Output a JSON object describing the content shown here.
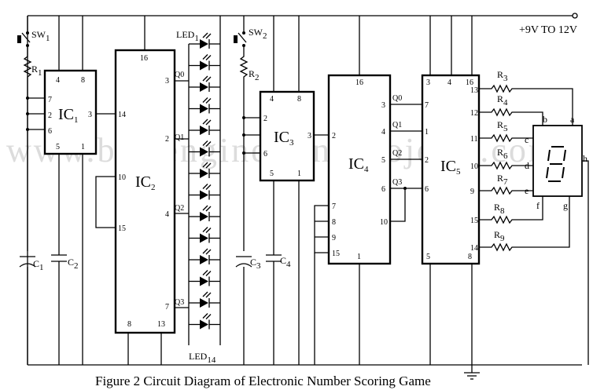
{
  "supply_label": "+9V TO 12V",
  "caption": "Figure 2 Circuit Diagram of Electronic Number Scoring Game",
  "watermark": "www.bestengineeringprojects.com",
  "ics": [
    {
      "id": "ic1",
      "name": "IC",
      "sub": "1"
    },
    {
      "id": "ic2",
      "name": "IC",
      "sub": "2"
    },
    {
      "id": "ic3",
      "name": "IC",
      "sub": "3"
    },
    {
      "id": "ic4",
      "name": "IC",
      "sub": "4"
    },
    {
      "id": "ic5",
      "name": "IC",
      "sub": "5"
    }
  ],
  "switches": [
    {
      "name": "SW",
      "sub": "1"
    },
    {
      "name": "SW",
      "sub": "2"
    }
  ],
  "resistors": [
    {
      "name": "R",
      "sub": "1"
    },
    {
      "name": "R",
      "sub": "2"
    },
    {
      "name": "R",
      "sub": "3"
    },
    {
      "name": "R",
      "sub": "4"
    },
    {
      "name": "R",
      "sub": "5"
    },
    {
      "name": "R",
      "sub": "6"
    },
    {
      "name": "R",
      "sub": "7"
    },
    {
      "name": "R",
      "sub": "8"
    },
    {
      "name": "R",
      "sub": "9"
    }
  ],
  "capacitors": [
    {
      "name": "C",
      "sub": "1"
    },
    {
      "name": "C",
      "sub": "2"
    },
    {
      "name": "C",
      "sub": "3"
    },
    {
      "name": "C",
      "sub": "4"
    }
  ],
  "leds": [
    {
      "name": "LED",
      "sub": "1"
    },
    {
      "name": "LED",
      "sub": "14"
    }
  ],
  "ic2_outputs": [
    "Q0",
    "Q1",
    "Q2",
    "Q3"
  ],
  "ic4_outputs": [
    "Q0",
    "Q1",
    "Q2",
    "Q3"
  ],
  "segments": [
    "a",
    "b",
    "c",
    "d",
    "e",
    "f",
    "g",
    "h"
  ],
  "pins": {
    "ic1": [
      "4",
      "8",
      "7",
      "2",
      "6",
      "3",
      "5",
      "1"
    ],
    "ic2": [
      "16",
      "3",
      "2",
      "14",
      "10",
      "15",
      "4",
      "7",
      "8",
      "13"
    ],
    "ic3": [
      "4",
      "8",
      "2",
      "6",
      "3",
      "5",
      "1"
    ],
    "ic4": [
      "16",
      "3",
      "4",
      "5",
      "6",
      "2",
      "10",
      "7",
      "8",
      "9",
      "15",
      "1"
    ],
    "ic5": [
      "3",
      "4",
      "16",
      "13",
      "7",
      "12",
      "1",
      "11",
      "10",
      "2",
      "9",
      "6",
      "15",
      "14",
      "5",
      "8"
    ]
  }
}
